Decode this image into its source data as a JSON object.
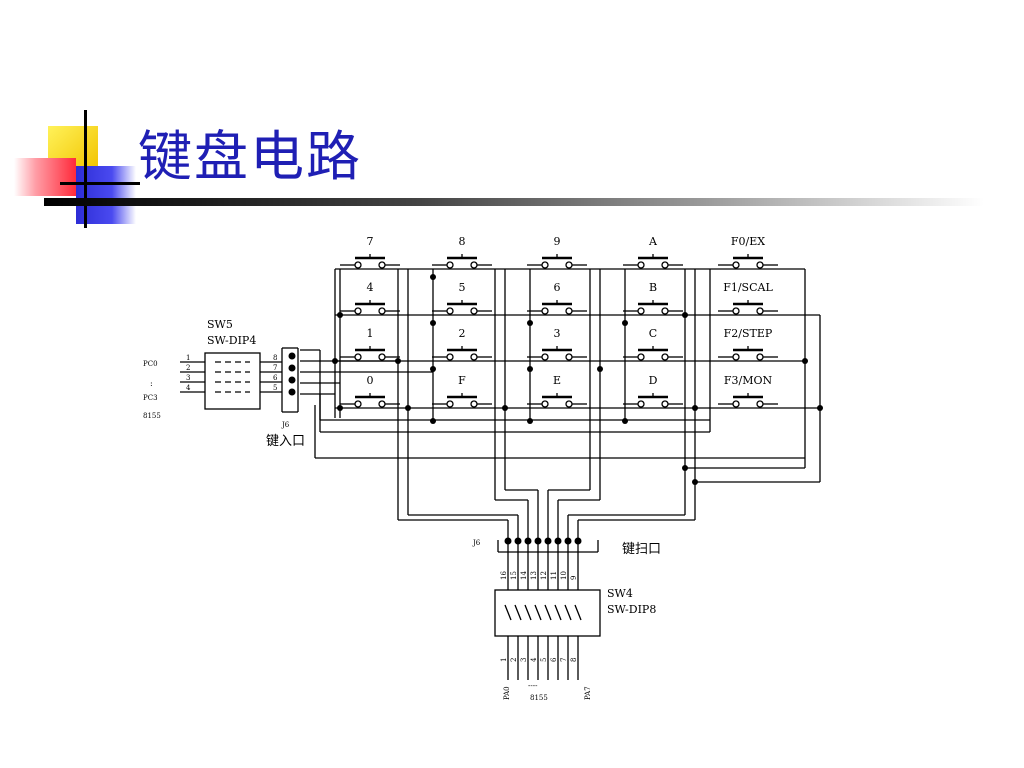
{
  "slide": {
    "title": "键盘电路"
  },
  "diagram": {
    "keys_row1": [
      "7",
      "8",
      "9",
      "A",
      "F0/EX"
    ],
    "keys_row2": [
      "4",
      "5",
      "6",
      "B",
      "F1/SCAL"
    ],
    "keys_row3": [
      "1",
      "2",
      "3",
      "C",
      "F2/STEP"
    ],
    "keys_row4": [
      "0",
      "F",
      "E",
      "D",
      "F3/MON"
    ],
    "sw5_name": "SW5",
    "sw5_type": "SW-DIP4",
    "sw4_name": "SW4",
    "sw4_type": "SW-DIP8",
    "left_port_top": "PC0",
    "left_port_bottom": "PC3",
    "left_chip": "8155",
    "jack_left": "J6",
    "key_input_label": "键入口",
    "key_scan_label": "键扫口",
    "jack_bottom": "J6",
    "bottom_chip": "8155",
    "bottom_port_left": "PA0",
    "bottom_port_right": "PA7",
    "sw5_left_pins": [
      "1",
      "2",
      "3",
      "4"
    ],
    "sw5_right_pins": [
      "8",
      "7",
      "6",
      "5"
    ],
    "sw4_top_pins": [
      "16",
      "15",
      "14",
      "13",
      "12",
      "11",
      "10",
      "9"
    ],
    "sw4_bottom_pins": [
      "1",
      "2",
      "3",
      "4",
      "5",
      "6",
      "7",
      "8"
    ]
  }
}
